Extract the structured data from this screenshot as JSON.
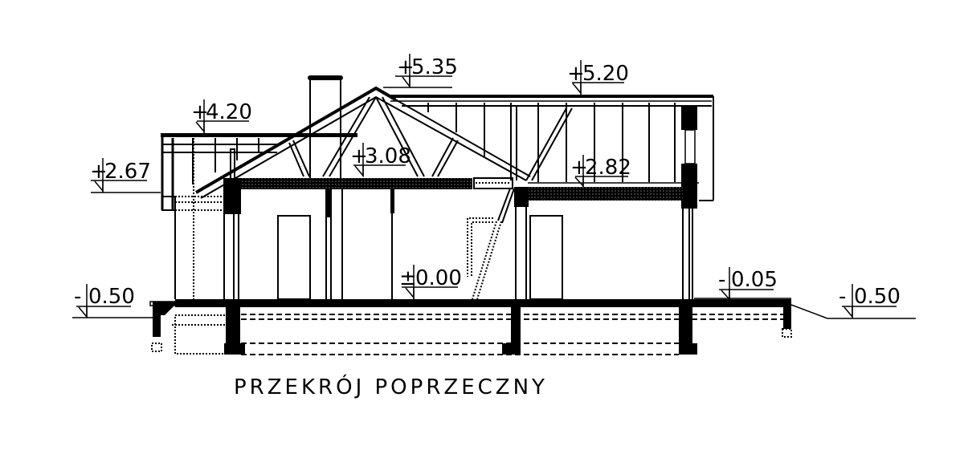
{
  "drawing": {
    "title": "PRZEKRÓJ POPRZECZNY",
    "levels": [
      {
        "id": "roof-ridge",
        "sign": "+",
        "value": "5.35"
      },
      {
        "id": "roof-flat",
        "sign": "+",
        "value": "5.20"
      },
      {
        "id": "garage-roof",
        "sign": "+",
        "value": "4.20"
      },
      {
        "id": "ceiling-main",
        "sign": "+",
        "value": "3.08"
      },
      {
        "id": "ceiling-right",
        "sign": "+",
        "value": "2.82"
      },
      {
        "id": "eave-left",
        "sign": "+",
        "value": "2.67"
      },
      {
        "id": "floor-zero",
        "sign": "±",
        "value": "0.00"
      },
      {
        "id": "terrace",
        "sign": "-",
        "value": "0.05"
      },
      {
        "id": "ground-left",
        "sign": "-",
        "value": "0.50"
      },
      {
        "id": "ground-right",
        "sign": "-",
        "value": "0.50"
      }
    ],
    "colors": {
      "line": "#000000",
      "background": "#ffffff"
    }
  }
}
